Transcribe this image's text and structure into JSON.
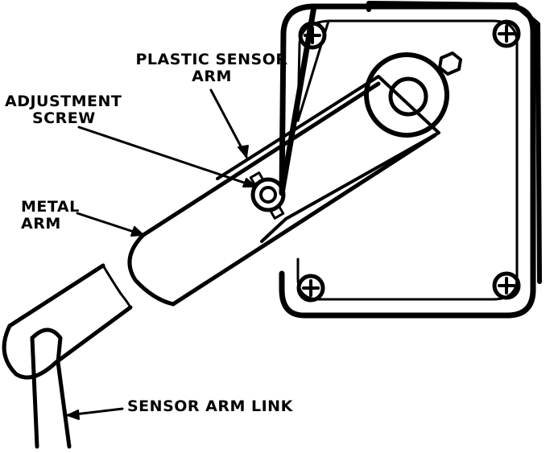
{
  "labels": {
    "plastic_sensor_arm_line1": "PLASTIC SENSOR",
    "plastic_sensor_arm_line2": "ARM",
    "adjustment_screw_line1": "ADJUSTMENT",
    "adjustment_screw_line2": "SCREW",
    "metal_arm_line1": "METAL",
    "metal_arm_line2": "ARM",
    "sensor_arm_link": "SENSOR ARM LINK"
  },
  "colors": {
    "ink": "#000000",
    "paper": "#ffffff"
  }
}
